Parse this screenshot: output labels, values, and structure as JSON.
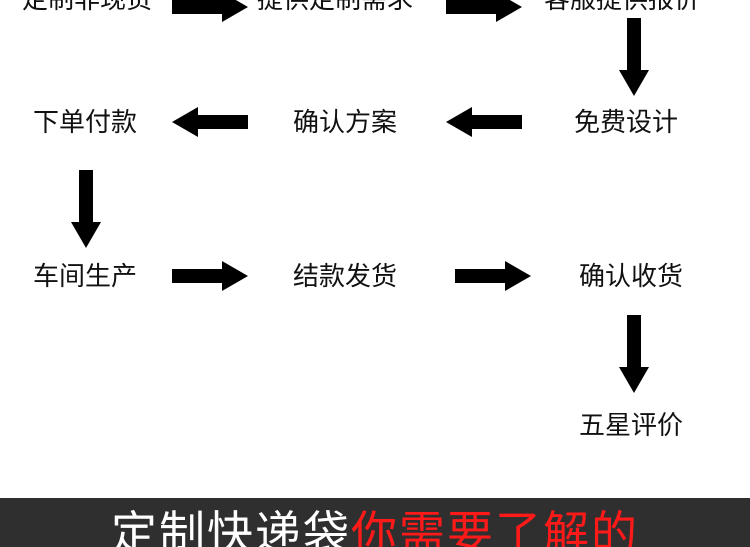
{
  "steps": {
    "s1": "定制非现货",
    "s2": "提供定制需求",
    "s3": "客服提供报价",
    "s4": "免费设计",
    "s5": "确认方案",
    "s6": "下单付款",
    "s7": "车间生产",
    "s8": "结款发货",
    "s9": "确认收货",
    "s10": "五星评价"
  },
  "banner": {
    "prefix": "定制快递袋",
    "highlight": "你需要了解的"
  },
  "colors": {
    "text": "#111111",
    "arrow": "#000000",
    "banner_bg": "#2f2f2f",
    "banner_text": "#ffffff",
    "banner_highlight": "#ff1a1a"
  }
}
